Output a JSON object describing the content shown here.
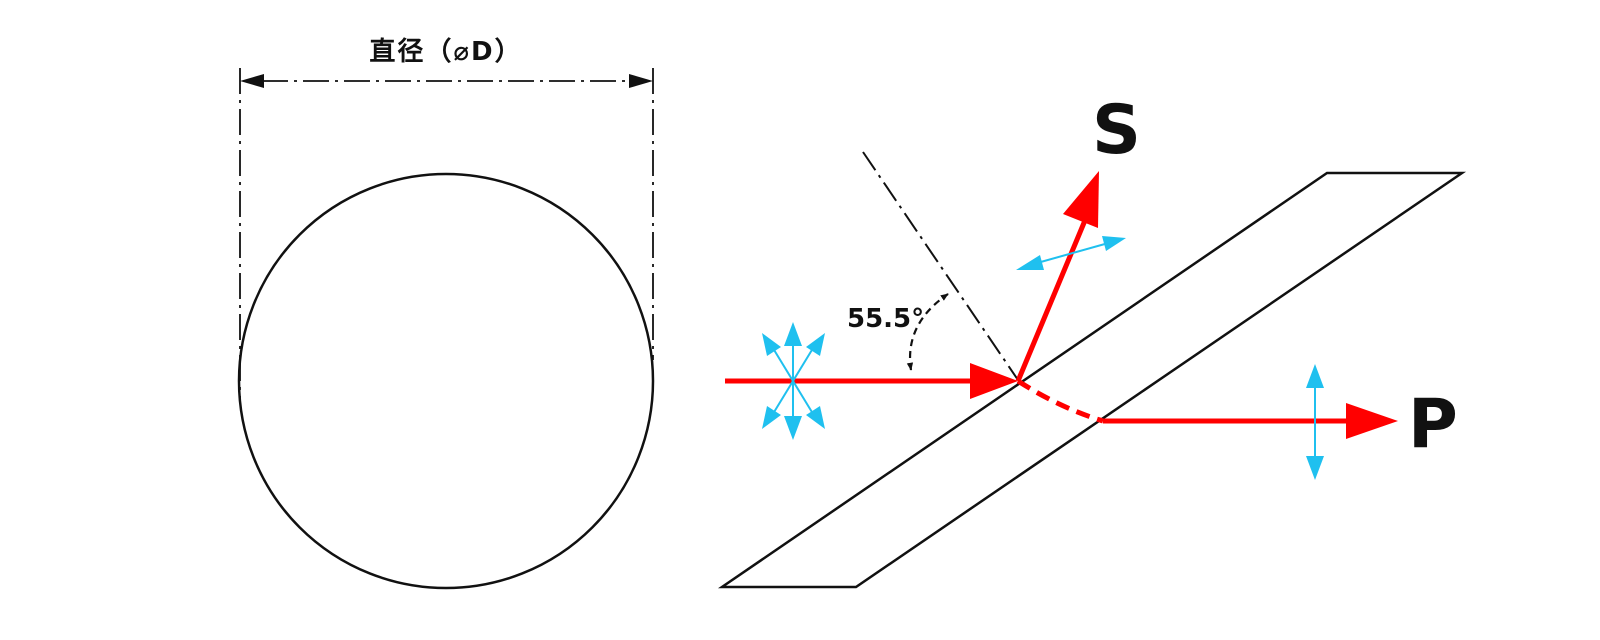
{
  "diameter_label": "直径（⌀D）",
  "angle_label": "55.5°",
  "s_label": "S",
  "p_label": "P",
  "colors": {
    "beam": "#ff0000",
    "polarization": "#1fc0ef",
    "outline": "#111111",
    "background": "#ffffff"
  }
}
